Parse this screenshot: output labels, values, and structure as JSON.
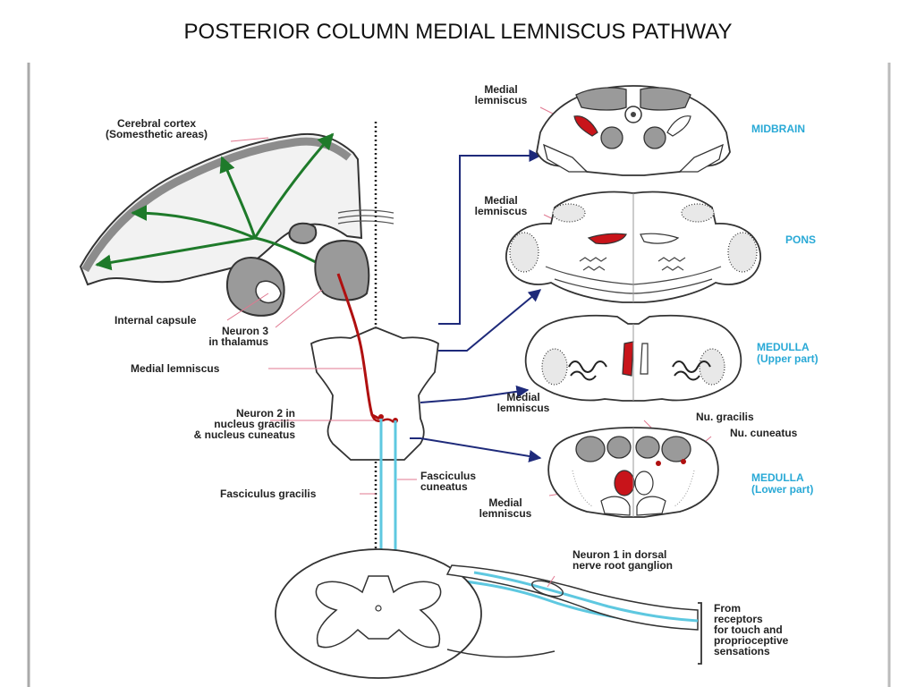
{
  "title": "POSTERIOR COLUMN MEDIAL LEMNISCUS PATHWAY",
  "colors": {
    "neuron3": "#1e7a2a",
    "neuron2": "#b01010",
    "neuron1": "#5ec8e0",
    "level_label": "#29a9d6",
    "arrow": "#1e2a7a",
    "gray_matter": "#9a9a9a",
    "outline": "#444444",
    "lemniscus_fill": "#c8141a"
  },
  "left_labels": {
    "cerebral_cortex": [
      "Cerebral cortex",
      "(Somesthetic areas)"
    ],
    "internal_capsule": "Internal capsule",
    "neuron3": [
      "Neuron 3",
      "in thalamus"
    ],
    "medial_lemniscus": "Medial lemniscus",
    "neuron2": [
      "Neuron 2 in",
      "nucleus gracilis",
      "& nucleus cuneatus"
    ],
    "fasciculus_gracilis": "Fasciculus gracilis",
    "fasciculus_cuneatus": [
      "Fasciculus",
      "cuneatus"
    ],
    "neuron1": [
      "Neuron 1 in dorsal",
      "nerve root ganglion"
    ],
    "receptors": [
      "From",
      "receptors",
      "for touch and",
      "proprioceptive",
      "sensations"
    ]
  },
  "sections": {
    "midbrain": {
      "level": "MIDBRAIN",
      "label": [
        "Medial",
        "lemniscus"
      ]
    },
    "pons": {
      "level": "PONS",
      "label": [
        "Medial",
        "lemniscus"
      ]
    },
    "medulla_upper": {
      "level": [
        "MEDULLA",
        "(Upper part)"
      ],
      "label": [
        "Medial",
        "lemniscus"
      ]
    },
    "medulla_lower": {
      "level": [
        "MEDULLA",
        "(Lower part)"
      ],
      "label": [
        "Medial",
        "lemniscus"
      ],
      "nu_gracilis": "Nu. gracilis",
      "nu_cuneatus": "Nu. cuneatus"
    }
  }
}
